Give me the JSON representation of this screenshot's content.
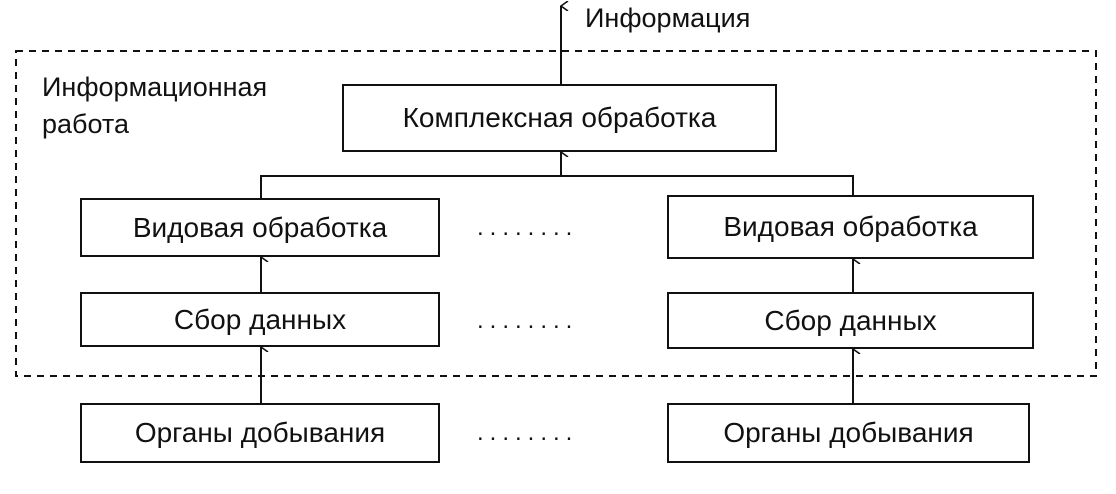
{
  "diagram": {
    "output_label": "Информация",
    "region_label_line1": "Информационная",
    "region_label_line2": "работа",
    "top_box": "Комплексная обработка",
    "left": {
      "specific": "Видовая обработка",
      "collect": "Сбор данных",
      "organs": "Органы добывания"
    },
    "right": {
      "specific": "Видовая обработка",
      "collect": "Сбор данных",
      "organs": "Органы добывания"
    },
    "ellipsis": "........"
  }
}
